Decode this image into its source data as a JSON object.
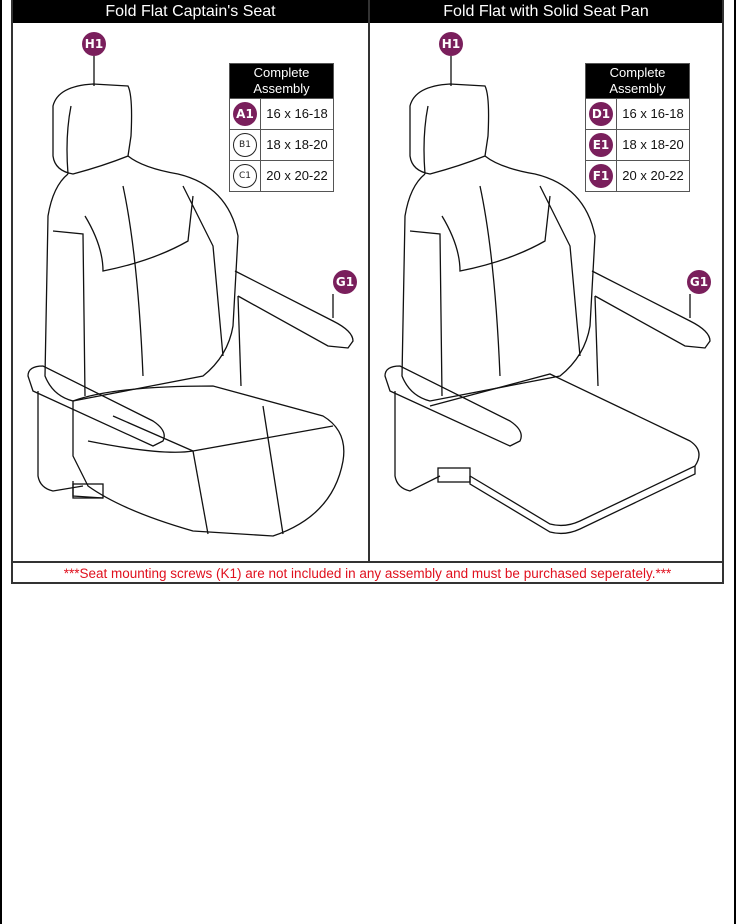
{
  "panels": [
    {
      "title": "Fold Flat Captain's Seat",
      "headrest_callout": "H1",
      "armrest_callout": "G1",
      "table": {
        "header": "Complete Assembly",
        "rows": [
          {
            "callout": "A1",
            "size": "16 x 16-18",
            "style": "filled"
          },
          {
            "callout": "B1",
            "size": "18 x 18-20",
            "style": "outline"
          },
          {
            "callout": "C1",
            "size": "20 x 20-22",
            "style": "outline"
          }
        ]
      }
    },
    {
      "title": "Fold Flat with Solid Seat Pan",
      "headrest_callout": "H1",
      "armrest_callout": "G1",
      "table": {
        "header": "Complete Assembly",
        "rows": [
          {
            "callout": "D1",
            "size": "16 x 16-18",
            "style": "filled"
          },
          {
            "callout": "E1",
            "size": "18 x 18-20",
            "style": "filled"
          },
          {
            "callout": "F1",
            "size": "20 x 20-22",
            "style": "filled"
          }
        ]
      }
    }
  ],
  "footer_note": "***Seat mounting screws (K1) are not included in any assembly and must be purchased seperately.***",
  "colors": {
    "callout_fill": "#7a1f5c",
    "note_text": "#e0101e",
    "header_bg": "#000000"
  }
}
